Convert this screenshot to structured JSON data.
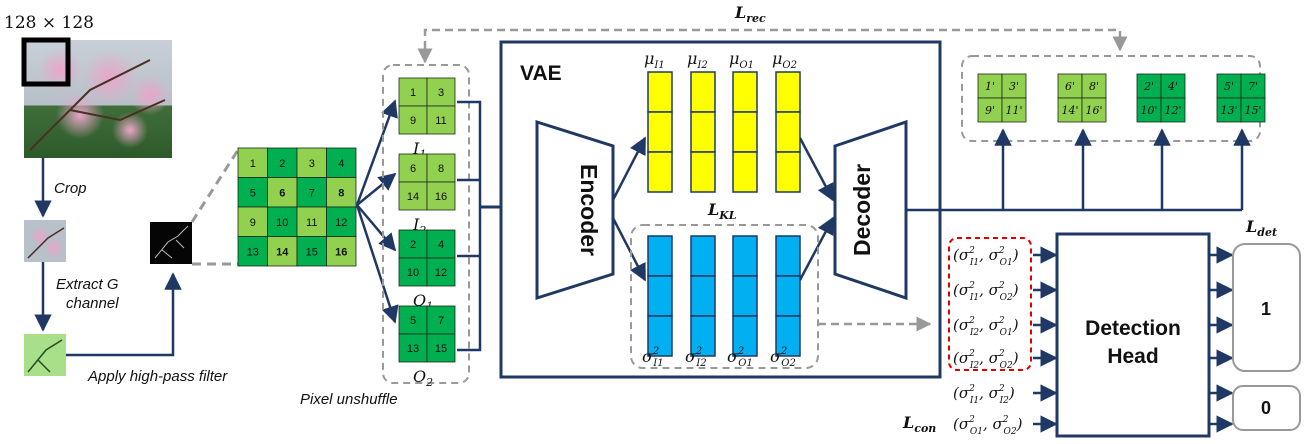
{
  "image_size_label": "128 × 128",
  "flow_labels": {
    "crop": "Crop",
    "extract_line1": "Extract G",
    "extract_line2": "channel",
    "highpass": "Apply high-pass filter",
    "unshuffle": "Pixel unshuffle"
  },
  "grid_4x4": {
    "values": [
      "1",
      "2",
      "3",
      "4",
      "5",
      "6",
      "7",
      "8",
      "9",
      "10",
      "11",
      "12",
      "13",
      "14",
      "15",
      "16"
    ],
    "bold_values": [
      "6",
      "8",
      "14",
      "16"
    ]
  },
  "subgrids": [
    {
      "label": "I",
      "sub": "1",
      "values": [
        "1",
        "3",
        "9",
        "11"
      ]
    },
    {
      "label": "I",
      "sub": "2",
      "values": [
        "6",
        "8",
        "14",
        "16"
      ]
    },
    {
      "label": "O",
      "sub": "1",
      "values": [
        "2",
        "4",
        "10",
        "12"
      ]
    },
    {
      "label": "O",
      "sub": "2",
      "values": [
        "5",
        "7",
        "13",
        "15"
      ]
    }
  ],
  "vae": {
    "title": "VAE",
    "encoder": "Encoder",
    "decoder": "Decoder",
    "mu_labels": [
      {
        "base": "μ",
        "sub": "I1"
      },
      {
        "base": "μ",
        "sub": "I2"
      },
      {
        "base": "μ",
        "sub": "O1"
      },
      {
        "base": "μ",
        "sub": "O2"
      }
    ],
    "sigma_labels": [
      {
        "base": "σ",
        "sup": "2",
        "sub": "I1"
      },
      {
        "base": "σ",
        "sup": "2",
        "sub": "I2"
      },
      {
        "base": "σ",
        "sup": "2",
        "sub": "O1"
      },
      {
        "base": "σ",
        "sup": "2",
        "sub": "O2"
      }
    ],
    "kl_loss": {
      "base": "L",
      "sub": "KL"
    }
  },
  "reconstructions": [
    {
      "values": [
        "1'",
        "3'",
        "9'",
        "11'"
      ]
    },
    {
      "values": [
        "6'",
        "8'",
        "14'",
        "16'"
      ]
    },
    {
      "values": [
        "2'",
        "4'",
        "10'",
        "12'"
      ]
    },
    {
      "values": [
        "5'",
        "7'",
        "13'",
        "15'"
      ]
    }
  ],
  "losses": {
    "rec": {
      "base": "L",
      "sub": "rec"
    },
    "det": {
      "base": "L",
      "sub": "det"
    },
    "con": {
      "base": "L",
      "sub": "con"
    }
  },
  "variance_pairs": [
    {
      "a": "I1",
      "b": "O1"
    },
    {
      "a": "I1",
      "b": "O2"
    },
    {
      "a": "I2",
      "b": "O1"
    },
    {
      "a": "I2",
      "b": "O2"
    },
    {
      "a": "I1",
      "b": "I2"
    },
    {
      "a": "O1",
      "b": "O2"
    }
  ],
  "detection_head": {
    "line1": "Detection",
    "line2": "Head"
  },
  "outputs": {
    "positive": "1",
    "negative": "0"
  },
  "colors": {
    "navy": "#1f3864",
    "light_green": "#92d050",
    "dark_green": "#00b050",
    "yellow": "#ffff00",
    "blue": "#00b0f0",
    "dash_gray": "#999999",
    "red_dash": "#e00000"
  }
}
